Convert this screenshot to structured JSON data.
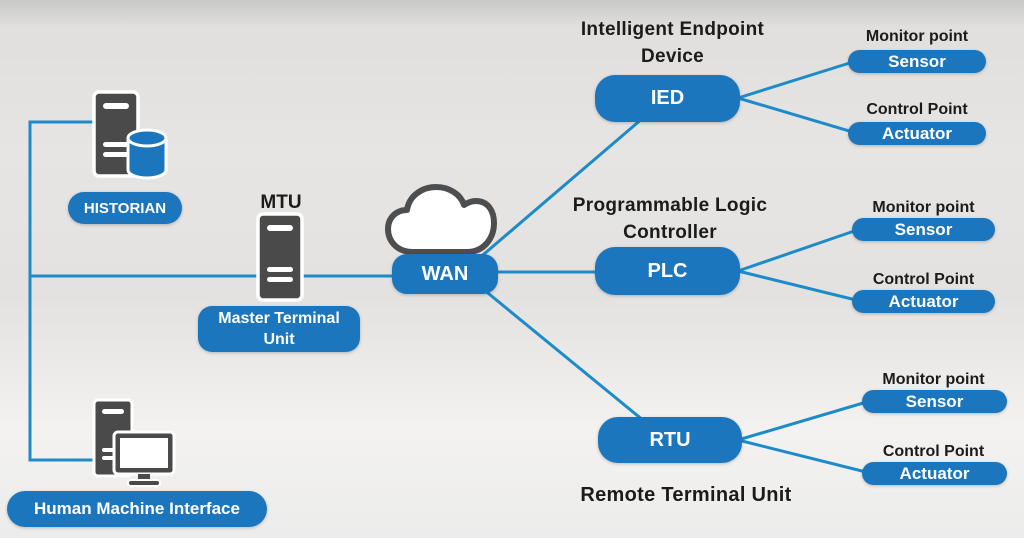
{
  "colors": {
    "node_blue": "#1c76bd",
    "line_blue": "#1e8bc9",
    "icon_gray": "#4a4a4b",
    "cloud_outline": "#4d4e50",
    "title_text": "#1b1b1b"
  },
  "left_section": {
    "historian": {
      "label": "HISTORIAN",
      "icon": "server-database-icon"
    },
    "mtu": {
      "abbr": "MTU",
      "label": "Master Terminal Unit",
      "icon": "server-icon"
    },
    "wan": {
      "label": "WAN",
      "icon": "cloud-icon"
    },
    "hmi": {
      "label": "Human Machine Interface",
      "icon": "workstation-icon"
    }
  },
  "branches": [
    {
      "id": "ied",
      "title_lines": [
        "Intelligent Endpoint",
        "Device"
      ],
      "node_label": "IED",
      "monitor_caption": "Monitor point",
      "sensor_label": "Sensor",
      "control_caption": "Control Point",
      "actuator_label": "Actuator"
    },
    {
      "id": "plc",
      "title_lines": [
        "Programmable Logic",
        "Controller"
      ],
      "node_label": "PLC",
      "monitor_caption": "Monitor point",
      "sensor_label": "Sensor",
      "control_caption": "Control Point",
      "actuator_label": "Actuator"
    },
    {
      "id": "rtu",
      "title_lines": [
        "Remote Terminal Unit"
      ],
      "node_label": "RTU",
      "monitor_caption": "Monitor point",
      "sensor_label": "Sensor",
      "control_caption": "Control Point",
      "actuator_label": "Actuator"
    }
  ]
}
